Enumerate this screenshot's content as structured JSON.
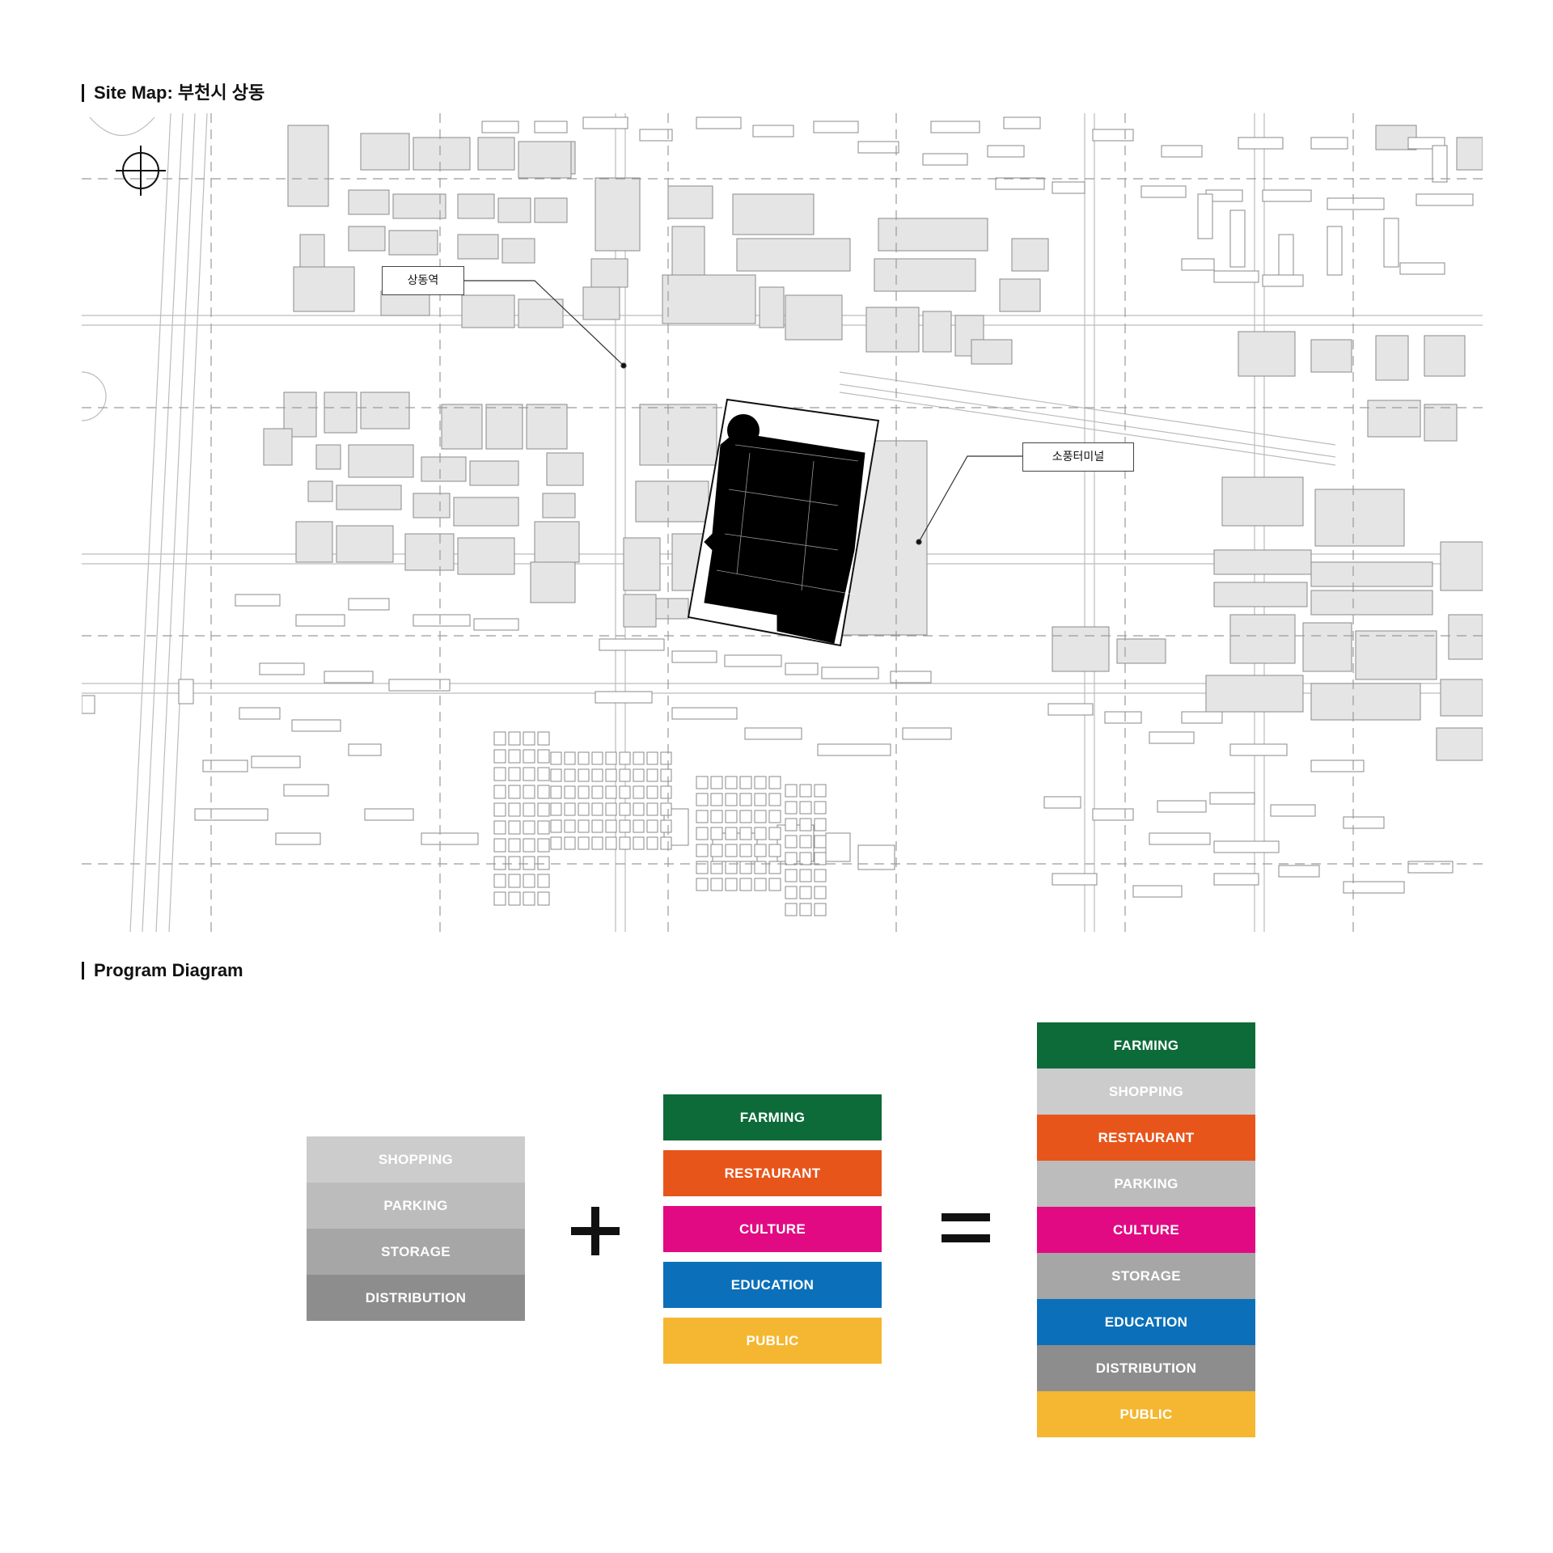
{
  "site_map": {
    "heading": "Site Map: 부천시 상동",
    "labels": {
      "station": "상동역",
      "terminal": "소풍터미널"
    }
  },
  "program_diagram": {
    "heading": "Program Diagram",
    "existing": [
      {
        "label": "SHOPPING",
        "color": "#cbcccb"
      },
      {
        "label": "PARKING",
        "color": "#bbbcbb"
      },
      {
        "label": "STORAGE",
        "color": "#a5a6a5"
      },
      {
        "label": "DISTRIBUTION",
        "color": "#8c8d8c"
      }
    ],
    "added": [
      {
        "label": "FARMING",
        "color": "#0c6b39"
      },
      {
        "label": "RESTAURANT",
        "color": "#e8551b"
      },
      {
        "label": "CULTURE",
        "color": "#e20a82"
      },
      {
        "label": "EDUCATION",
        "color": "#0b70b9"
      },
      {
        "label": "PUBLIC",
        "color": "#f5b731"
      }
    ],
    "result": [
      {
        "label": "FARMING",
        "color": "#0c6b39"
      },
      {
        "label": "SHOPPING",
        "color": "#cbcccb"
      },
      {
        "label": "RESTAURANT",
        "color": "#e8551b"
      },
      {
        "label": "PARKING",
        "color": "#bbbcbb"
      },
      {
        "label": "CULTURE",
        "color": "#e20a82"
      },
      {
        "label": "STORAGE",
        "color": "#a5a6a5"
      },
      {
        "label": "EDUCATION",
        "color": "#0b70b9"
      },
      {
        "label": "DISTRIBUTION",
        "color": "#8c8d8c"
      },
      {
        "label": "PUBLIC",
        "color": "#f5b731"
      }
    ]
  }
}
